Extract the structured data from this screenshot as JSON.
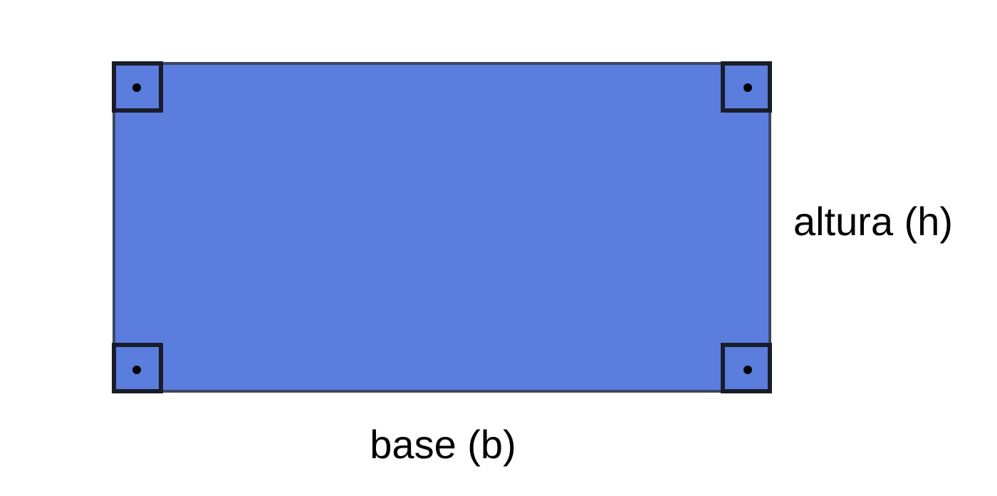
{
  "diagram": {
    "shape": "rectangle",
    "fill_color": "#5b7ddd",
    "stroke_color": "#3d4660",
    "marker_color": "#1a1d29",
    "labels": {
      "height": "altura (h)",
      "base": "base (b)"
    },
    "corners": [
      "top-left",
      "top-right",
      "bottom-left",
      "bottom-right"
    ],
    "corner_marker": "right-angle"
  }
}
